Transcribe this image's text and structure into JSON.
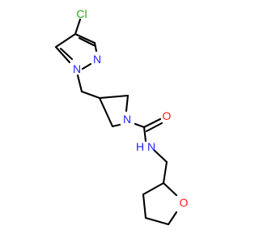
{
  "molecule": {
    "atoms": [
      {
        "id": "cl",
        "text": "Cl",
        "color": "#22aa22"
      },
      {
        "id": "n_pyr_1",
        "text": "N",
        "color": "#2222ff"
      },
      {
        "id": "n_pyr_2",
        "text": "N",
        "color": "#2222ff"
      },
      {
        "id": "n_azet",
        "text": "N",
        "color": "#2222ff"
      },
      {
        "id": "o_carbonyl",
        "text": "O",
        "color": "#ff1a1a"
      },
      {
        "id": "n_amide",
        "text": "N",
        "color": "#2222ff"
      },
      {
        "id": "h_amide",
        "text": "H",
        "color": "#2222ff"
      },
      {
        "id": "o_thf",
        "text": "O",
        "color": "#ff1a1a"
      }
    ],
    "bond_color": "#000000"
  }
}
